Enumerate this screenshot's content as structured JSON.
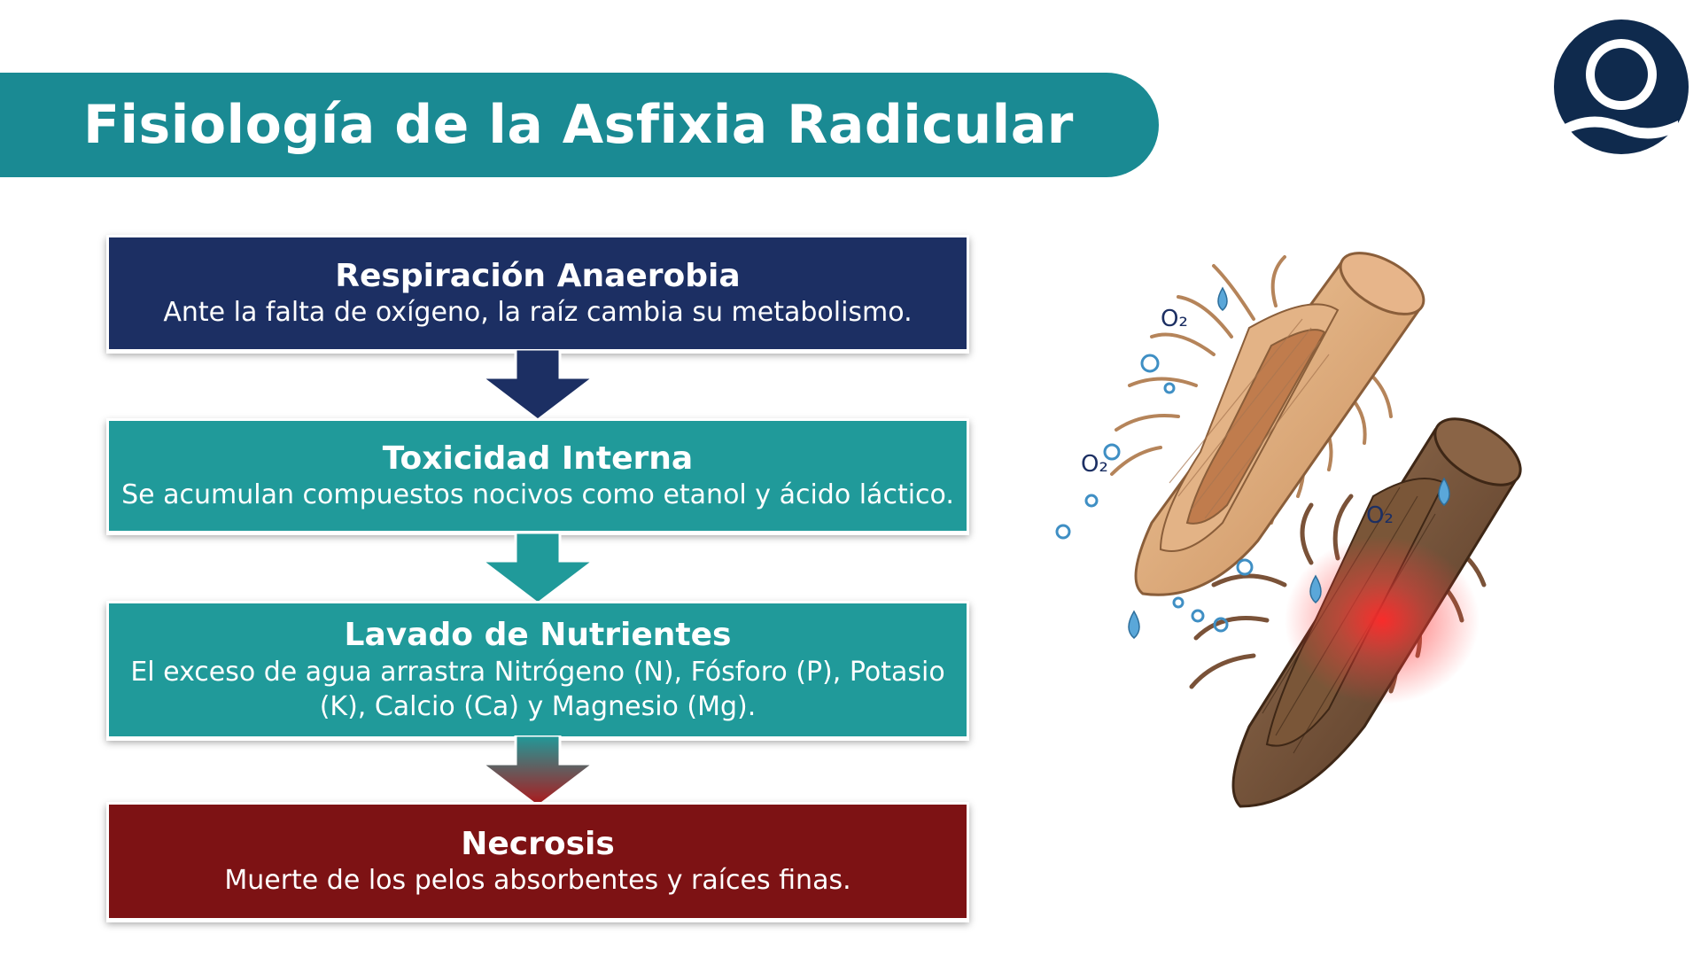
{
  "header": {
    "title": "Fisiología de la Asfixia Radicular"
  },
  "logo": {
    "icon": "brand-logo-icon",
    "color": "#0f2a4d"
  },
  "steps": [
    {
      "title": "Respiración Anaerobia",
      "description": "Ante la falta de oxígeno, la raíz cambia su metabolismo.",
      "color": "#1c2f63"
    },
    {
      "title": "Toxicidad Interna",
      "description": "Se acumulan compuestos nocivos como etanol y ácido láctico.",
      "color": "#209a9a"
    },
    {
      "title": "Lavado de Nutrientes",
      "description": "El exceso de agua arrastra Nitrógeno (N), Fósforo (P), Potasio (K), Calcio (Ca) y Magnesio (Mg).",
      "color": "#209a9a"
    },
    {
      "title": "Necrosis",
      "description": "Muerte de los pelos absorbentes y raíces finas.",
      "color": "#7d1214"
    }
  ],
  "illustration": {
    "labels": [
      "O₂",
      "O₂",
      "O₂"
    ],
    "healthy_root_color": "#d9a878",
    "necrotic_root_color": "#6e4a30",
    "water_color": "#4aa3d8",
    "necrosis_glow_color": "#ff2a2a"
  }
}
